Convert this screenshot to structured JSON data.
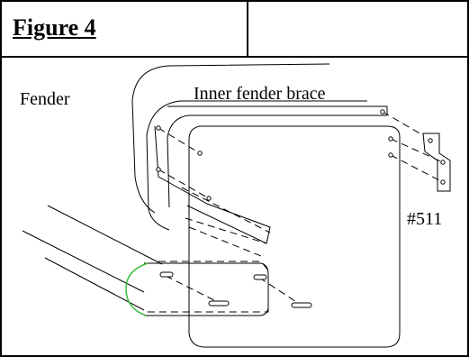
{
  "figure": {
    "title": "Figure 4"
  },
  "labels": {
    "fender": "Fender",
    "inner_fender_brace": "Inner fender brace",
    "part_number": "#511"
  }
}
